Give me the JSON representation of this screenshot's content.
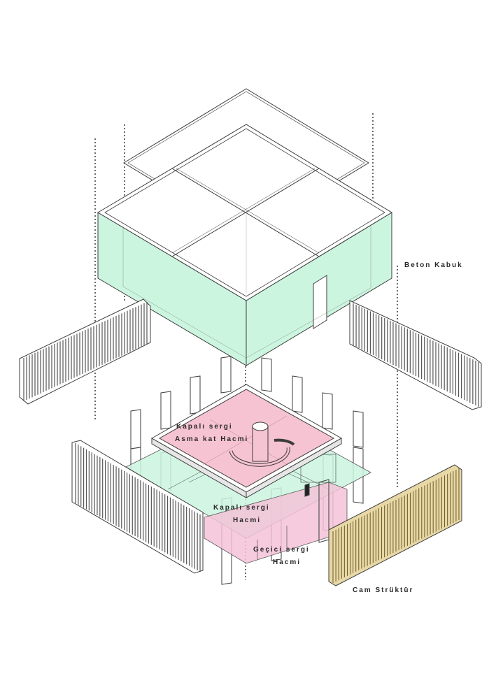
{
  "colors": {
    "concrete_shell": "#ccf5e0",
    "closed_exhibition": "#f6c3d2",
    "temporary_exhibition": "#f4c3d8",
    "glass_structure": "#e8d8a6",
    "louver_panel": "#9a9a9a",
    "line": "#3c3c3c",
    "dotted_guide": "#6a6a6a"
  },
  "labels": {
    "beton_kabuk": "Beton Kabuk",
    "kapali_sergi_asma_1": "Kapalı sergi",
    "kapali_sergi_asma_2": "Asma kat Hacmi",
    "kapali_sergi_hacmi_1": "Kapalı sergi",
    "kapali_sergi_hacmi_2": "Hacmi",
    "gecici_sergi_1": "Geçici sergi",
    "gecici_sergi_2": "Hacmi",
    "cam_struktur": "Cam Strüktür"
  }
}
